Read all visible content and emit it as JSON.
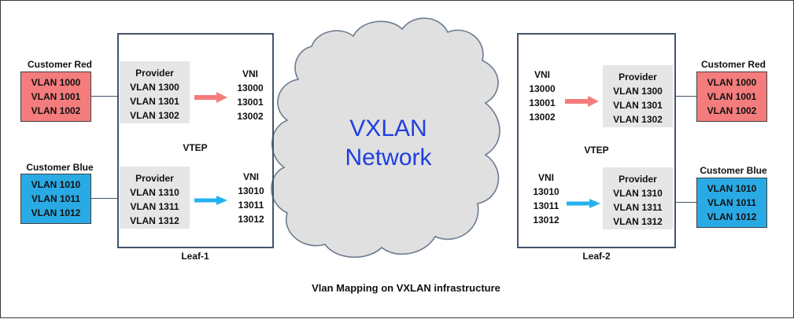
{
  "colors": {
    "red": "#f47c7c",
    "blue": "#2aaae4",
    "arrow_red": "#f47c7c",
    "arrow_blue": "#22b2ef",
    "cloud_fill": "#e0e0e0",
    "cloud_stroke": "#6b7b8f",
    "cloud_text": "#1f3ee0",
    "leaf_border": "#44546a"
  },
  "cloud": {
    "line1": "VXLAN",
    "line2": "Network"
  },
  "caption": "Vlan Mapping on VXLAN infrastructure",
  "left": {
    "leaf_label": "Leaf-1",
    "vtep": "VTEP",
    "customer_red": {
      "title": "Customer Red",
      "vlans": [
        "VLAN 1000",
        "VLAN 1001",
        "VLAN 1002"
      ]
    },
    "customer_blue": {
      "title": "Customer Blue",
      "vlans": [
        "VLAN 1010",
        "VLAN 1011",
        "VLAN 1012"
      ]
    },
    "provider_red": {
      "title": "Provider",
      "vlans": [
        "VLAN 1300",
        "VLAN 1301",
        "VLAN 1302"
      ]
    },
    "provider_blue": {
      "title": "Provider",
      "vlans": [
        "VLAN 1310",
        "VLAN 1311",
        "VLAN 1312"
      ]
    },
    "vni_red": {
      "title": "VNI",
      "ids": [
        "13000",
        "13001",
        "13002"
      ]
    },
    "vni_blue": {
      "title": "VNI",
      "ids": [
        "13010",
        "13011",
        "13012"
      ]
    }
  },
  "right": {
    "leaf_label": "Leaf-2",
    "vtep": "VTEP",
    "customer_red": {
      "title": "Customer Red",
      "vlans": [
        "VLAN 1000",
        "VLAN 1001",
        "VLAN 1002"
      ]
    },
    "customer_blue": {
      "title": "Customer Blue",
      "vlans": [
        "VLAN 1010",
        "VLAN 1011",
        "VLAN 1012"
      ]
    },
    "provider_red": {
      "title": "Provider",
      "vlans": [
        "VLAN 1300",
        "VLAN 1301",
        "VLAN 1302"
      ]
    },
    "provider_blue": {
      "title": "Provider",
      "vlans": [
        "VLAN 1310",
        "VLAN 1311",
        "VLAN 1312"
      ]
    },
    "vni_red": {
      "title": "VNI",
      "ids": [
        "13000",
        "13001",
        "13002"
      ]
    },
    "vni_blue": {
      "title": "VNI",
      "ids": [
        "13010",
        "13011",
        "13012"
      ]
    }
  }
}
